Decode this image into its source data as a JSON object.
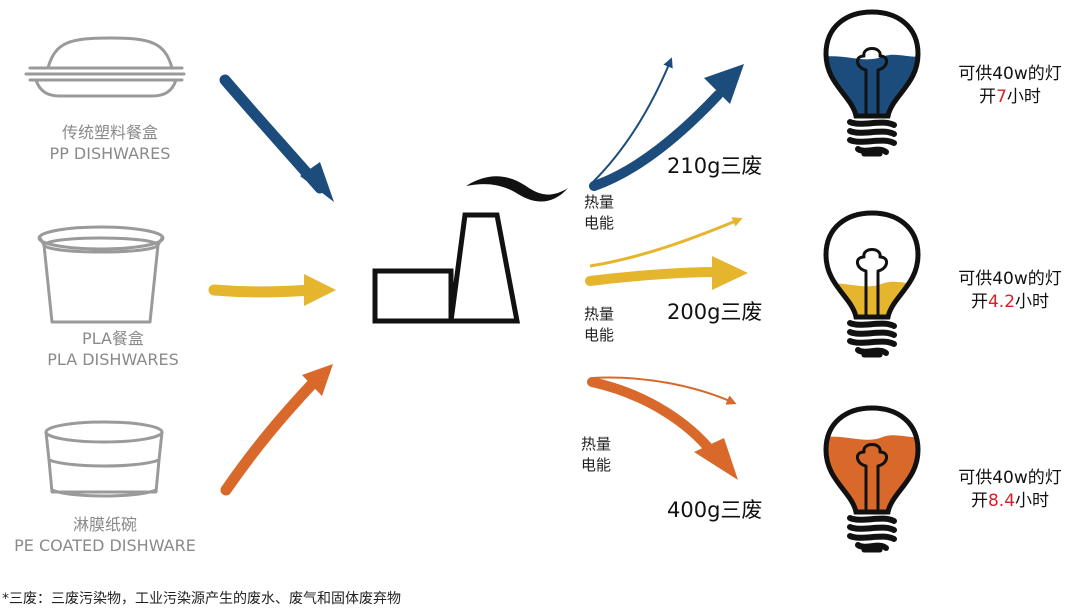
{
  "sources": [
    {
      "name_cn": "传统塑料餐盒",
      "name_en": "PP DISHWARES"
    },
    {
      "name_cn": "PLA餐盒",
      "name_en": "PLA DISHWARES"
    },
    {
      "name_cn": "淋膜纸碗",
      "name_en": "PE COATED DISHWARE"
    }
  ],
  "streams": [
    {
      "heat_line1": "热量",
      "heat_line2": "电能",
      "waste": "210g三废",
      "result_line1": "可供40w的灯",
      "result_pre": "开",
      "result_value": "7",
      "result_post": "小时",
      "color": "#1b4c7c",
      "fill_level": 0.55
    },
    {
      "heat_line1": "热量",
      "heat_line2": "电能",
      "waste": "200g三废",
      "result_line1": "可供40w的灯",
      "result_pre": "开",
      "result_value": "4.2",
      "result_post": "小时",
      "color": "#e6b52e",
      "fill_level": 0.3
    },
    {
      "heat_line1": "热量",
      "heat_line2": "电能",
      "waste": "400g三废",
      "result_line1": "可供40w的灯",
      "result_pre": "开",
      "result_value": "8.4",
      "result_post": "小时",
      "color": "#d9692a",
      "fill_level": 0.7
    }
  ],
  "footnote": "*三废：三废污染物，工业污染源产生的废水、废气和固体废弃物",
  "colors": {
    "blue": "#1b4c7c",
    "yellow": "#e6b52e",
    "orange": "#d9692a",
    "highlight": "#d8202a"
  }
}
